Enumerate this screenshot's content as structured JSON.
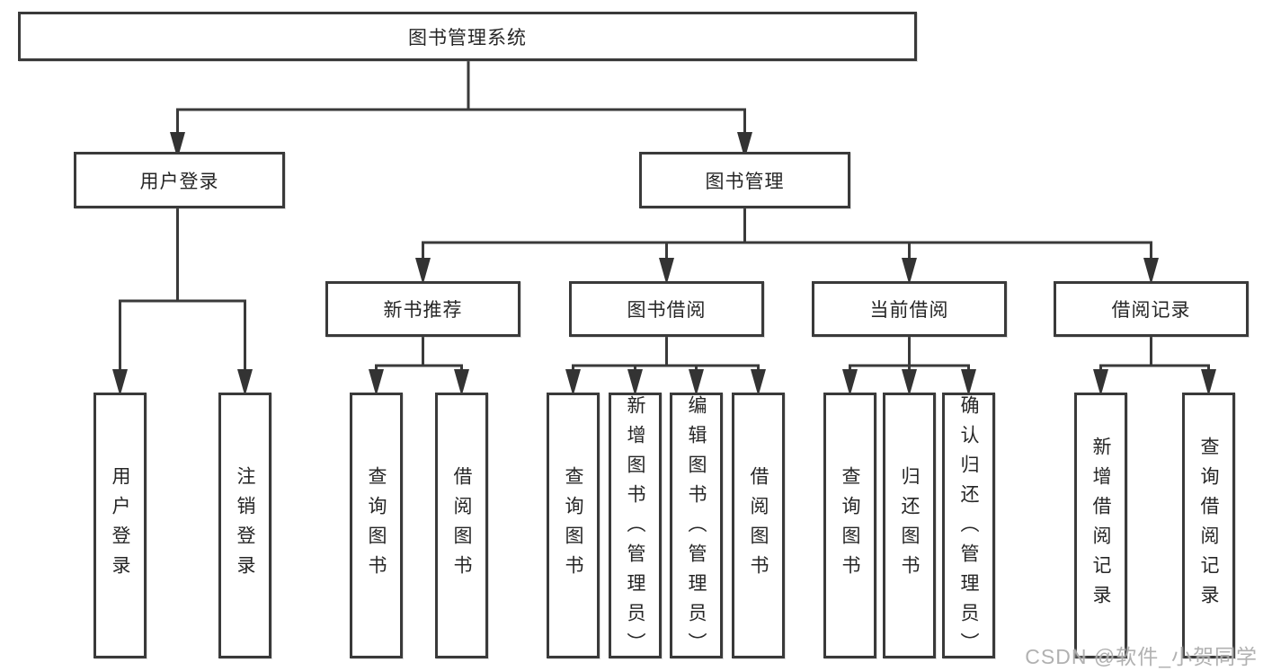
{
  "tree": {
    "root": "图书管理系统",
    "branches": [
      {
        "label": "用户登录",
        "children": [
          "用户登录",
          "注销登录"
        ]
      },
      {
        "label": "图书管理",
        "children": [
          {
            "label": "新书推荐",
            "children": [
              "查询图书",
              "借阅图书"
            ]
          },
          {
            "label": "图书借阅",
            "children": [
              "查询图书",
              "新增图书（管理员）",
              "编辑图书（管理员）",
              "借阅图书"
            ]
          },
          {
            "label": "当前借阅",
            "children": [
              "查询图书",
              "归还图书",
              "确认归还（管理员）"
            ]
          },
          {
            "label": "借阅记录",
            "children": [
              "新增借阅记录",
              "查询借阅记录"
            ]
          }
        ]
      }
    ]
  },
  "watermark": {
    "text": "CSDN @软件_小贺同学"
  },
  "colors": {
    "line": "#3a3a3a",
    "box_border": "#3a3a3a",
    "box_fill": "#ffffff",
    "text": "#262626",
    "background": "#ffffff",
    "watermark": "#a8a8a8"
  }
}
